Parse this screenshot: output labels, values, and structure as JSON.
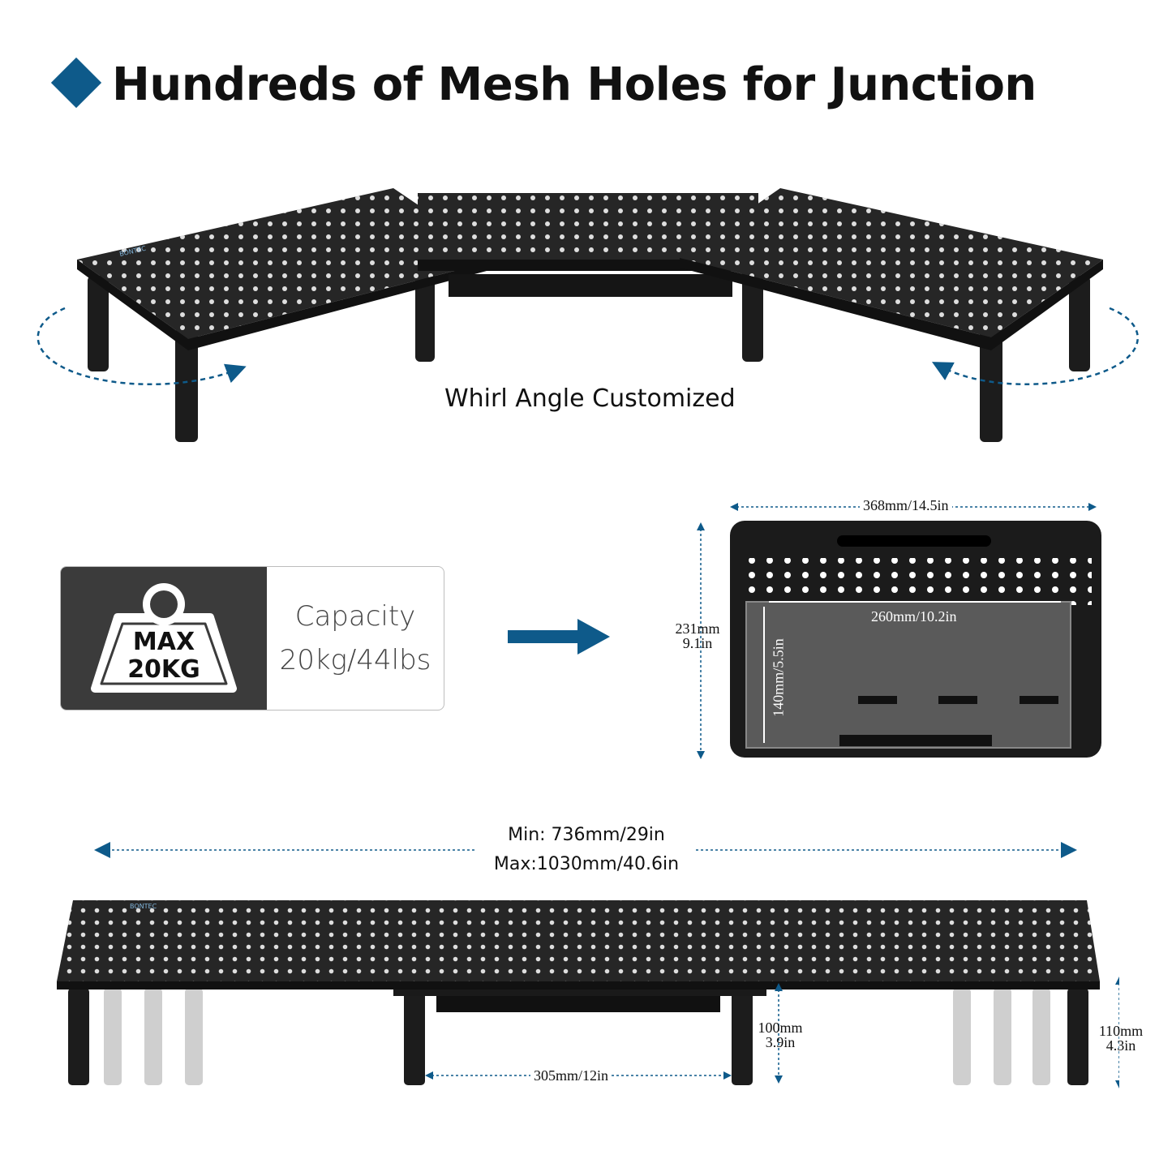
{
  "title": "Hundreds of Mesh Holes for Junction",
  "brand": "BONTEC",
  "top_caption": "Whirl Angle Customized",
  "capacity": {
    "badge_line1": "MAX",
    "badge_line2": "20KG",
    "label": "Capacity",
    "value": "20kg/44lbs"
  },
  "top_view": {
    "width": "368mm/14.5in",
    "depth_mm": "231mm",
    "depth_in": "9.1in",
    "inner_width": "260mm/10.2in",
    "inner_depth": "140mm/5.5in"
  },
  "length": {
    "min": "Min: 736mm/29in",
    "max": "Max:1030mm/40.6in"
  },
  "legs": {
    "gap": "305mm/12in",
    "center_height_mm": "100mm",
    "center_height_in": "3.9in",
    "side_height_mm": "110mm",
    "side_height_in": "4.3in"
  },
  "colors": {
    "accent": "#0e5a8a",
    "panel": "#2b2b2b",
    "dark_box": "#3b3b3b"
  }
}
